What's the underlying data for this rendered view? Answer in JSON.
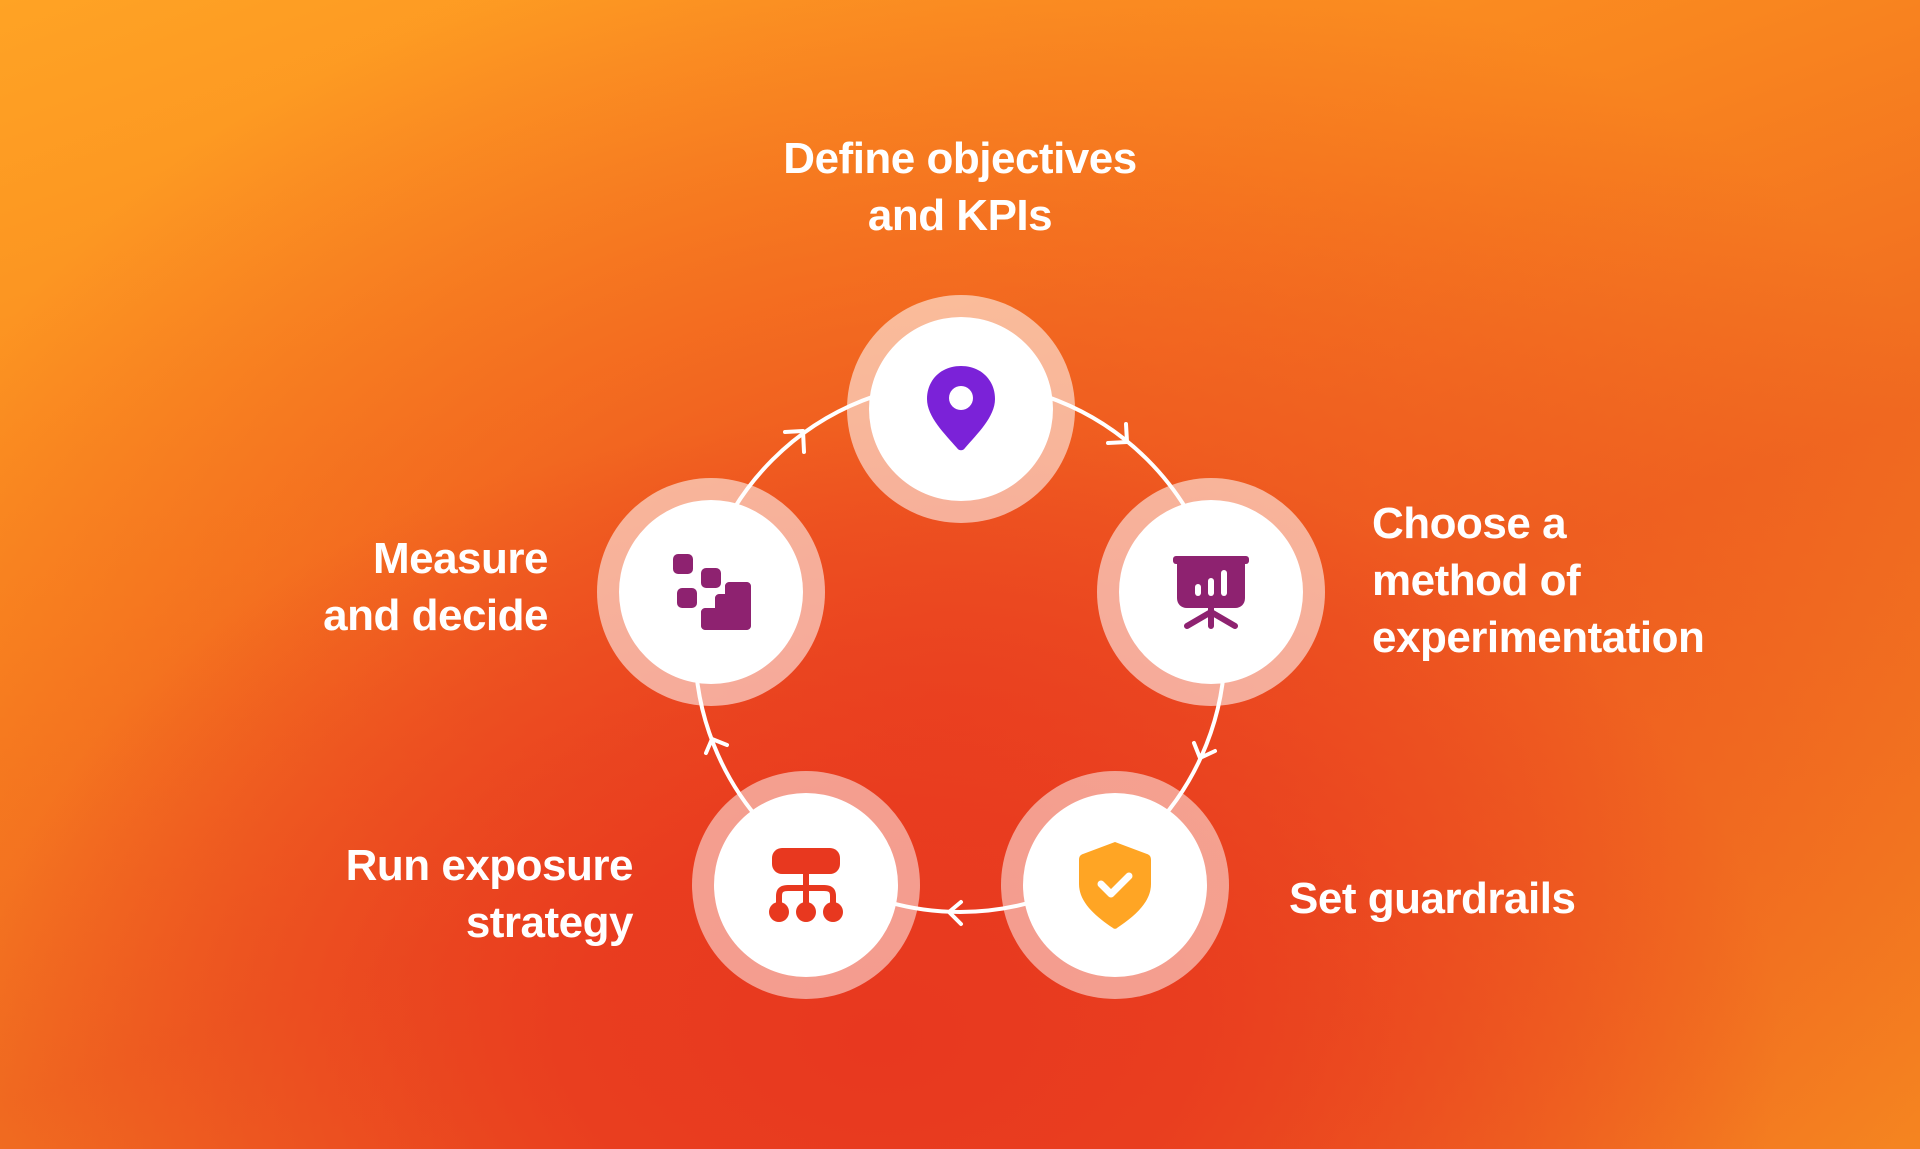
{
  "diagram": {
    "type": "cycle",
    "direction": "clockwise",
    "colors": {
      "background_top_left": "#FFA324",
      "background_bottom": "#E8381F",
      "background_right": "#F58420",
      "connector": "#FFFFFF",
      "label_text": "#FFFFFF"
    },
    "steps": [
      {
        "id": "define",
        "label_lines": [
          "Define objectives",
          "and KPIs"
        ],
        "icon": "location-pin-icon",
        "icon_color": "#7B22D8"
      },
      {
        "id": "choose",
        "label_lines": [
          "Choose a",
          "method of",
          "experimentation"
        ],
        "icon": "presentation-board-icon",
        "icon_color": "#8E2270"
      },
      {
        "id": "guardrails",
        "label_lines": [
          "Set guardrails"
        ],
        "icon": "shield-check-icon",
        "icon_color": "#FFA524"
      },
      {
        "id": "exposure",
        "label_lines": [
          "Run exposure",
          "strategy"
        ],
        "icon": "hierarchy-network-icon",
        "icon_color": "#E8381F"
      },
      {
        "id": "measure",
        "label_lines": [
          "Measure",
          "and decide"
        ],
        "icon": "steps-blocks-icon",
        "icon_color": "#8E2270"
      }
    ]
  }
}
